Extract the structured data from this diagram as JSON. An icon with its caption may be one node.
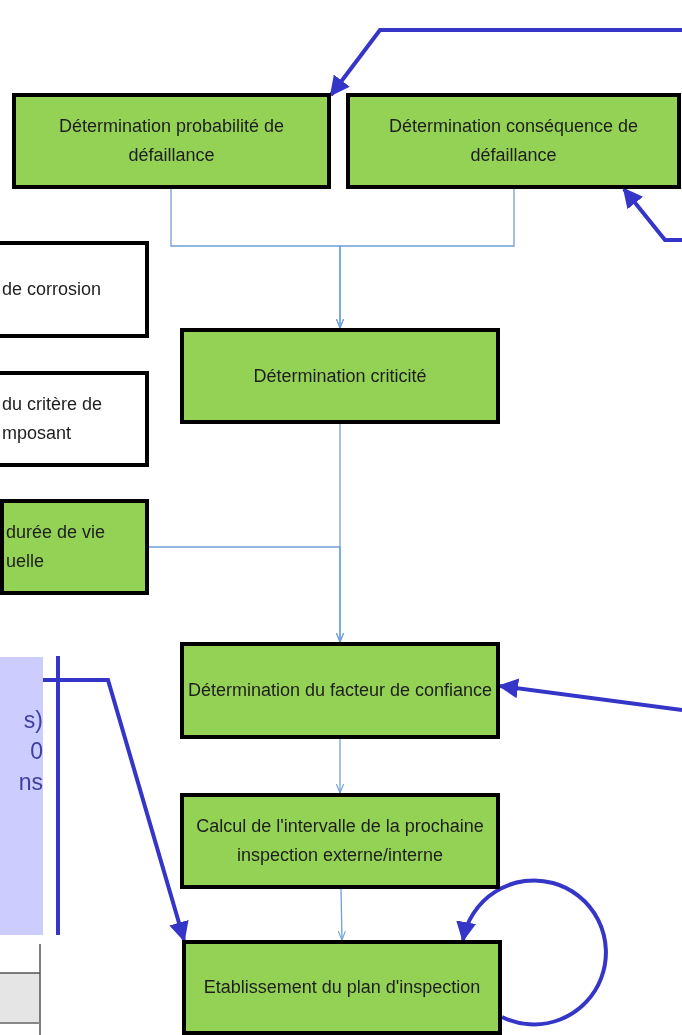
{
  "diagram": {
    "nodes": [
      {
        "text": [
          "Détermination probabilité de défaillance"
        ]
      },
      {
        "text": [
          "Détermination conséquence de défaillance"
        ]
      },
      {
        "text": [
          "de corrosion"
        ]
      },
      {
        "text": [
          "du critère de mposant"
        ]
      },
      {
        "text": [
          "durée de vie uelle"
        ]
      },
      {
        "text": [
          "Détermination criticité"
        ]
      },
      {
        "text": [
          "Détermination du facteur de confiance"
        ]
      },
      {
        "text": [
          "Calcul de l'intervalle de la prochaine inspection externe/interne"
        ]
      },
      {
        "text": [
          "Etablissement du plan d'inspection"
        ]
      },
      {
        "text": [
          "s) 0 ns"
        ]
      }
    ],
    "edges": [
      {
        "from": 0,
        "to": 5,
        "arrow": "to"
      },
      {
        "from": 1,
        "to": 5,
        "arrow": "to"
      },
      {
        "from": 5,
        "to": 6,
        "arrow": "to"
      },
      {
        "from": 4,
        "to": 6,
        "arrow": "to"
      },
      {
        "from": 6,
        "to": 7,
        "arrow": "to"
      },
      {
        "from": 7,
        "to": 8,
        "arrow": "to"
      },
      {
        "from": null,
        "to": 0,
        "arrow": "to",
        "style": "thick",
        "color": "#3535c8"
      },
      {
        "from": null,
        "to": 1,
        "arrow": "to",
        "style": "thick",
        "color": "#3535c8"
      },
      {
        "from": null,
        "to": 6,
        "arrow": "to",
        "style": "thick",
        "color": "#3535c8"
      },
      {
        "from": 9,
        "to": 8,
        "arrow": "to",
        "style": "thick",
        "color": "#3535c8"
      },
      {
        "from": 8,
        "to": 8,
        "arrow": "to",
        "style": "thick",
        "color": "#3535c8"
      }
    ]
  }
}
